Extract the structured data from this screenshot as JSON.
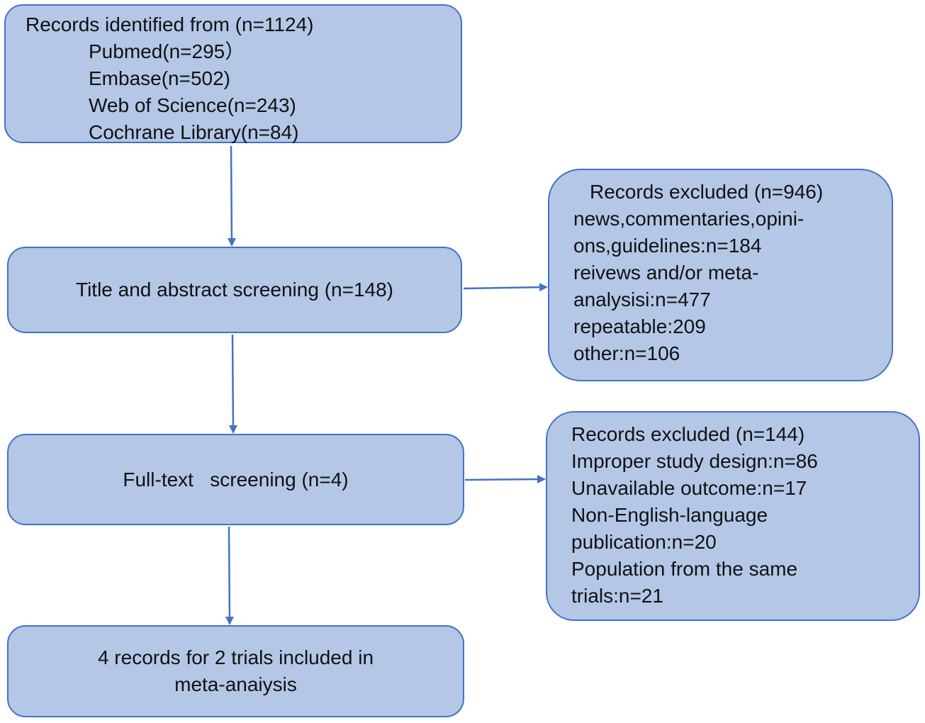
{
  "identified": {
    "title": "Records identified from (n=1124)",
    "sources": [
      "Pubmed(n=295）",
      "Embase(n=502)",
      "Web of Science(n=243)",
      "Cochrane Library(n=84)"
    ]
  },
  "title_screening": {
    "label": "Title and abstract screening (n=148)"
  },
  "fulltext_screening": {
    "label": "Full-text   screening (n=4)"
  },
  "included": {
    "lines": [
      "4 records for 2 trials included in",
      "meta-anaiysis"
    ]
  },
  "excluded_1": {
    "title": "Records excluded (n=946)",
    "lines": [
      "news,commentaries,opini-",
      "ons,guidelines:n=184",
      "reivews and/or meta-",
      "analysisi:n=477",
      "repeatable:209",
      "other:n=106"
    ]
  },
  "excluded_2": {
    "title": "Records excluded (n=144)",
    "lines": [
      "Improper study design:n=86",
      "Unavailable outcome:n=17",
      "Non-English-language",
      "publication:n=20",
      "Population from the same",
      "trials:n=21"
    ]
  },
  "colors": {
    "box_fill": "#b4c7e7",
    "box_border": "#4472c4",
    "arrow": "#4472c4"
  }
}
